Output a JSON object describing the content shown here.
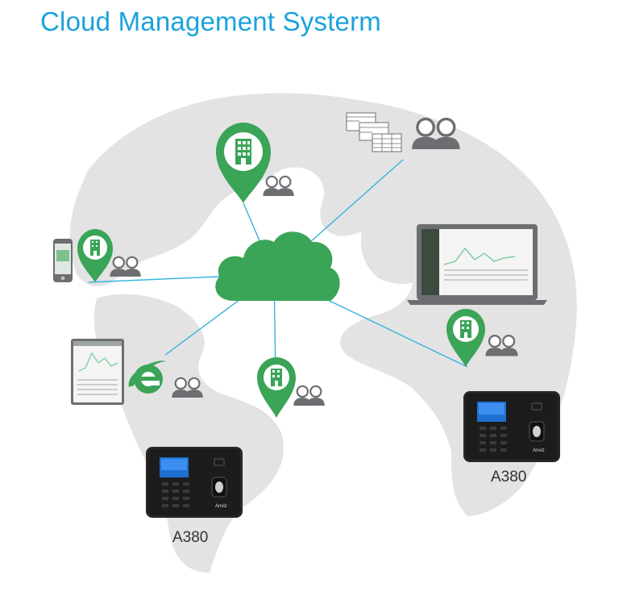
{
  "title": "Cloud Management Systerm",
  "devices": [
    {
      "label": "A380",
      "brand": "Anviz"
    },
    {
      "label": "A380",
      "brand": "Anviz"
    }
  ],
  "colors": {
    "title": "#1aa2db",
    "cloud": "#3aa457",
    "pin": "#3aa457",
    "link_line": "#33b4e0",
    "map": "#e3e3e3",
    "people": "#6d6e71",
    "device_body": "#2a2a2a"
  },
  "icons": [
    "cloud-icon",
    "building-pin-icon",
    "people-icon",
    "phone-icon",
    "tablet-icon",
    "laptop-icon",
    "spreadsheet-icon",
    "browser-e-icon",
    "fingerprint-terminal-icon"
  ]
}
